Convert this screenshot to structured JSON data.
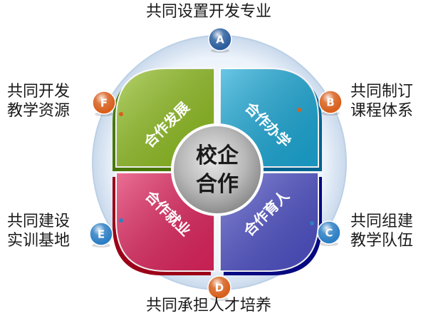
{
  "center": {
    "line1": "校企",
    "line2": "合作"
  },
  "quadrants": [
    {
      "label": "合作发展",
      "color": "#8fbe1f"
    },
    {
      "label": "合作办学",
      "color": "#1aa9d8"
    },
    {
      "label": "合作育人",
      "color": "#4d4fc7"
    },
    {
      "label": "合作就业",
      "color": "#e2245e"
    }
  ],
  "markers": [
    {
      "letter": "A",
      "color": "#2d5f9e"
    },
    {
      "letter": "B",
      "color": "#d8601d"
    },
    {
      "letter": "C",
      "color": "#2d7fc4"
    },
    {
      "letter": "D",
      "color": "#d8601d"
    },
    {
      "letter": "E",
      "color": "#2d7fc4"
    },
    {
      "letter": "F",
      "color": "#d8601d"
    }
  ],
  "labels": {
    "A": {
      "line1": "共同设置开发专业"
    },
    "B": {
      "line1": "共同制订",
      "line2": "课程体系"
    },
    "C": {
      "line1": "共同组建",
      "line2": "教学队伍"
    },
    "D": {
      "line1": "共同承担人才培养"
    },
    "E": {
      "line1": "共同建设",
      "line2": "实训基地"
    },
    "F": {
      "line1": "共同开发",
      "line2": "教学资源"
    }
  }
}
